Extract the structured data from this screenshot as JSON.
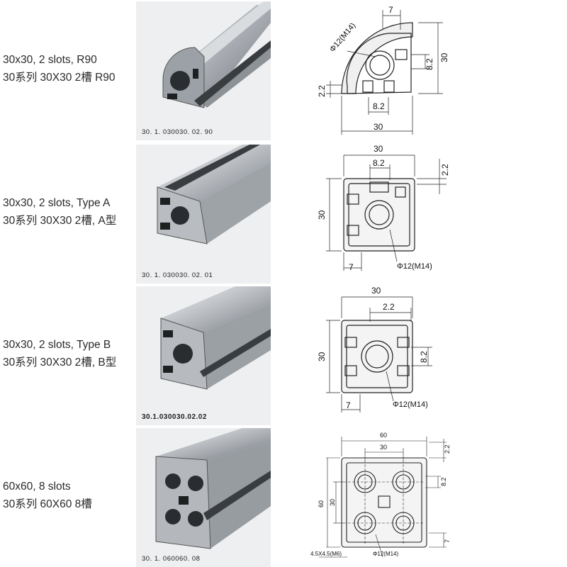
{
  "rows": [
    {
      "label_en": "30x30, 2 slots, R90",
      "label_cn": "30系列 30X30 2槽 R90",
      "code": "30. 1. 030030. 02. 90",
      "dims": {
        "top": "7",
        "diam": "Φ12(M14)",
        "right_slot": "8.2",
        "height": "30",
        "left": "2.2",
        "bottom_slot": "8.2",
        "width": "30"
      }
    },
    {
      "label_en": "30x30, 2 slots, Type A",
      "label_cn": "30系列 30X30 2槽, A型",
      "code": "30. 1. 030030. 02. 01",
      "dims": {
        "width": "30",
        "slot": "8.2",
        "lip": "2.2",
        "height": "30",
        "left_bottom": "7",
        "diam": "Φ12(M14)"
      }
    },
    {
      "label_en": "30x30, 2 slots, Type B",
      "label_cn": "30系列 30X30 2槽, B型",
      "code": "30.1.030030.02.02",
      "dims": {
        "width": "30",
        "lip": "2.2",
        "height": "30",
        "slot": "8.2",
        "left_bottom": "7",
        "diam": "Φ12(M14)"
      }
    },
    {
      "label_en": "60x60, 8 slots",
      "label_cn": "30系列 60X60 8槽",
      "code": "30. 1. 060060. 08",
      "dims": {
        "width": "60",
        "inner": "30",
        "lip": "2.2",
        "slot": "8.2",
        "height": "60",
        "inner_v": "30",
        "corner": "7",
        "thread": "4.5X4.5(M6)",
        "diam": "Φ12(M14)"
      }
    }
  ]
}
